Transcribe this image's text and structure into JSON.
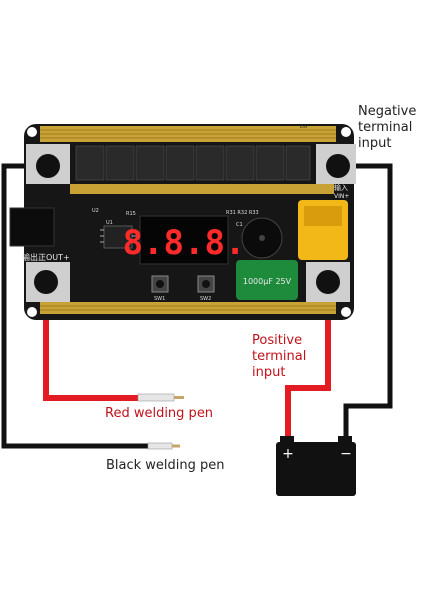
{
  "labels": {
    "negative_input": [
      "Negative",
      "terminal",
      "input"
    ],
    "positive_input": [
      "Positive",
      "terminal",
      "input"
    ],
    "red_pen": "Red welding pen",
    "black_pen": "Black welding pen"
  },
  "board": {
    "silkscreen_output": "输出正OUT+",
    "silkscreen_input": "输入",
    "silkscreen_vin": "VIN+",
    "display_digits": "8.8.8.",
    "capacitor_text": "1000μF 25V",
    "button_1": "SW1",
    "button_2": "SW2",
    "ref_u2": "U2",
    "ref_u1": "U1",
    "ref_r15": "R15",
    "ref_r31": "R31 R32 R33",
    "ref_c1": "C1",
    "ref_d6": "D6"
  },
  "battery": {
    "plus": "+",
    "minus": "−"
  },
  "colors": {
    "board": "#161616",
    "gold": "#d4af37",
    "red_wire": "#e31b23",
    "black_wire": "#111111",
    "capacitor": "#1e8a3c",
    "connector": "#f2b817",
    "display_segment": "#ff2a2a",
    "label_red": "#c0121b"
  }
}
